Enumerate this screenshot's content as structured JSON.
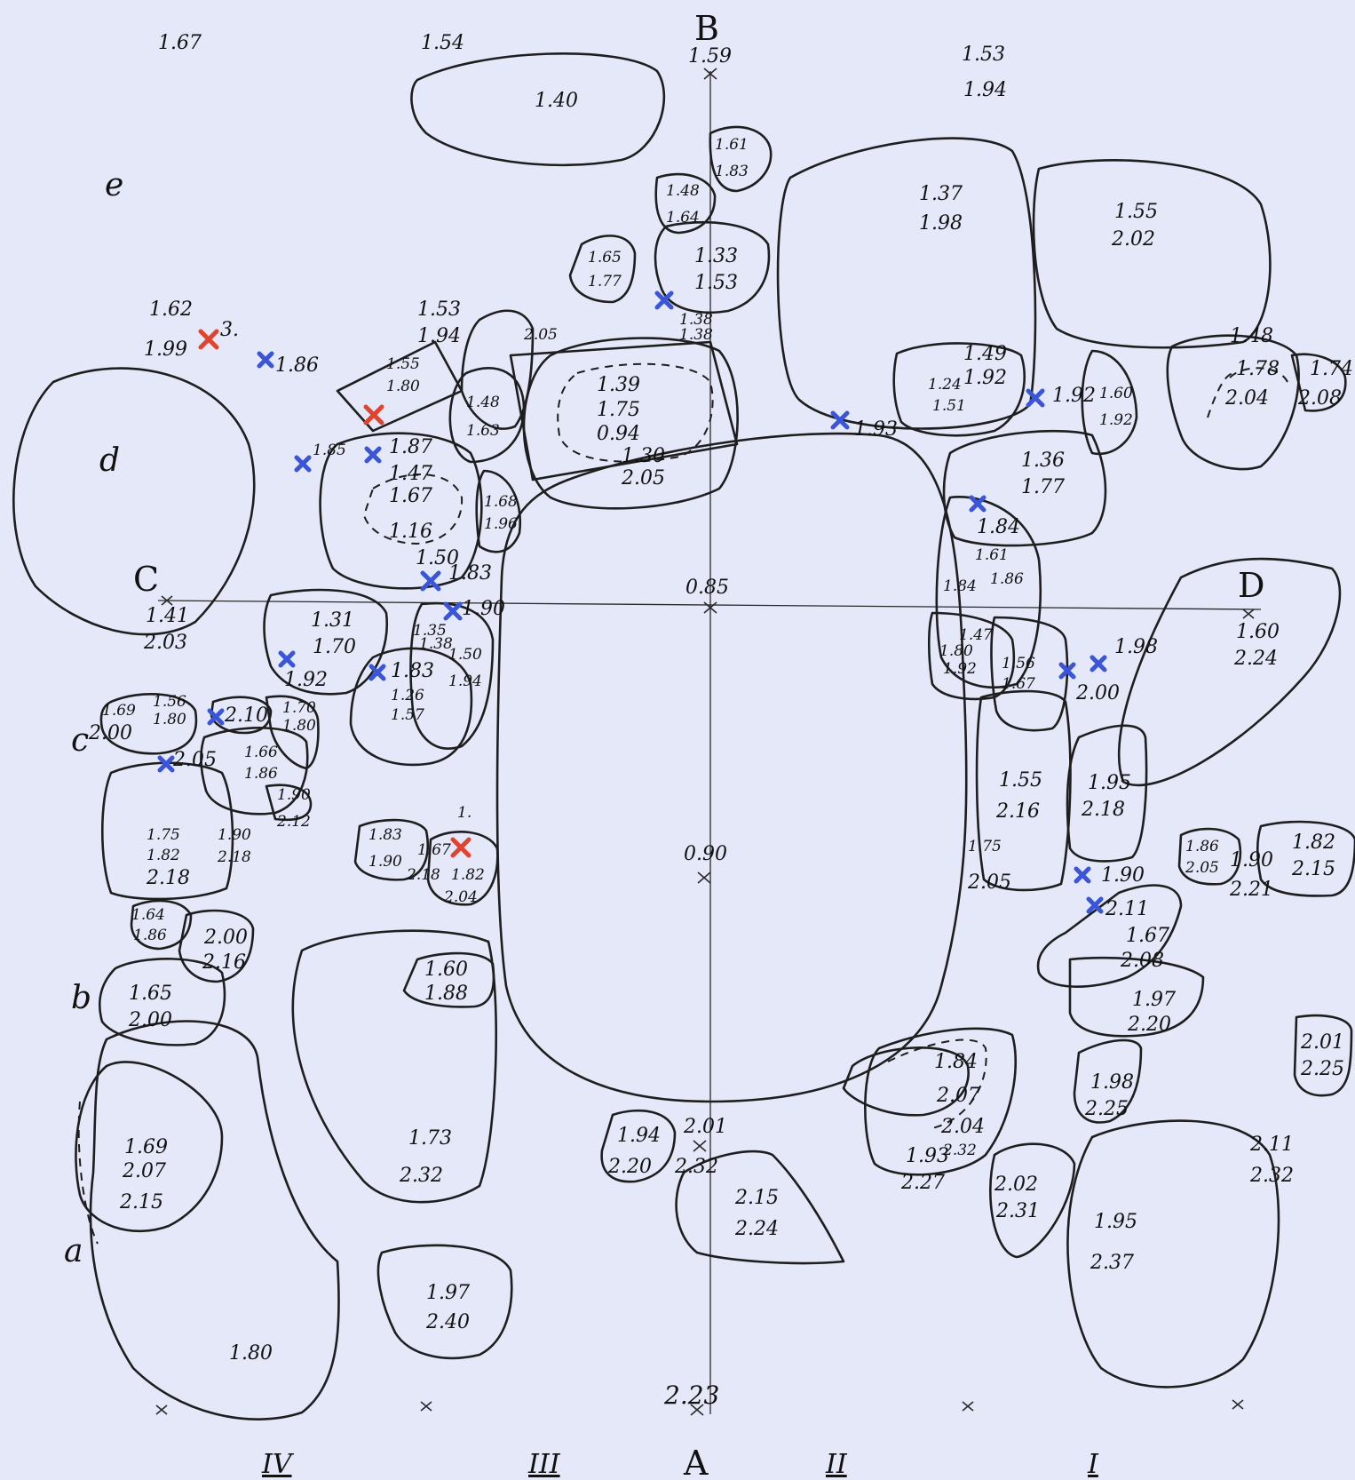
{
  "colors": {
    "background": "#e4e8f8",
    "ink": "#1e1e1e",
    "blue_mark": "#3a55d8",
    "red_mark": "#e0442e"
  },
  "axes": {
    "B": "B",
    "A": "A",
    "C": "C",
    "D": "D"
  },
  "axis_values": {
    "b_top": "1.59",
    "a_bottom": "2.23",
    "centre": "0.85",
    "centre_low": "0.90",
    "a_upper": "2.01",
    "a_upper2": "2.32",
    "c_val1": "1.41",
    "c_val2": "2.03",
    "d_val1": "1.60",
    "d_val2": "2.24"
  },
  "letters": {
    "e": "e",
    "d": "d",
    "c": "c",
    "b": "b",
    "a": "a"
  },
  "sections": [
    "IV",
    "III",
    "II",
    "I"
  ],
  "points": {
    "p167": "1.67",
    "p154": "1.54",
    "p153": "1.53",
    "p194": "1.94",
    "p140": "1.40",
    "p162": "1.62",
    "p199": "1.99",
    "p_three": "3.",
    "p186a": "1.86",
    "p211": "2.11",
    "p232": "2.32",
    "p201b": "2.01",
    "p225b": "2.25"
  },
  "stones": {
    "s1": [
      "1.37",
      "1.98"
    ],
    "s2": [
      "1.55",
      "2.02"
    ],
    "s3": [
      "1.48",
      "1.78",
      "2.04"
    ],
    "s3b": [
      "1.74",
      "2.08"
    ],
    "s4": [
      "1.61",
      "1.83"
    ],
    "s5": [
      "1.48",
      "1.64"
    ],
    "s6": [
      "1.65",
      "1.77"
    ],
    "s7": [
      "1.33",
      "1.53"
    ],
    "s8": [
      "1.39",
      "1.75",
      "0.94",
      "1.30",
      "2.05"
    ],
    "s8b": [
      "1.38",
      "1.38"
    ],
    "s9": [
      "1.53",
      "1.94"
    ],
    "s10": [
      "1.55",
      "1.80"
    ],
    "s11": [
      "1.48",
      "1.63"
    ],
    "s12": [
      "2.05"
    ],
    "s13": [
      "1.49",
      "1.92",
      "1.24",
      "1.51"
    ],
    "s14": [
      "1.60",
      "1.92"
    ],
    "s15": [
      "1.92"
    ],
    "s16": [
      "1.93"
    ],
    "s17": [
      "1.36",
      "1.77"
    ],
    "s18": [
      "1.84",
      "1.61",
      "1.86",
      "1.84"
    ],
    "s19": [
      "1.87",
      "1.47",
      "1.67",
      "1.16",
      "1.50"
    ],
    "s20": [
      "1.85"
    ],
    "s21": [
      "1.68",
      "1.96"
    ],
    "s22": [
      "1.83"
    ],
    "s23": [
      "1.90"
    ],
    "s24": [
      "1.31",
      "1.70",
      "1.92"
    ],
    "s25": [
      "1.35",
      "1.38"
    ],
    "s26": [
      "1.50",
      "1.94"
    ],
    "s27": [
      "1.83",
      "1.26",
      "1.57"
    ],
    "s28": [
      "1.47",
      "1.80",
      "1.92",
      "1.56",
      "1.67"
    ],
    "s29": [
      "1.98",
      "2.00"
    ],
    "s30": [
      "1.69",
      "2.00",
      "1.56",
      "1.80",
      "2.10",
      "1.70",
      "1.80"
    ],
    "s31": [
      "2.05",
      "1.66",
      "1.86",
      "1.90",
      "2.12"
    ],
    "s32": [
      "1.75",
      "1.82",
      "2.18",
      "1.90",
      "2.18"
    ],
    "s33": [
      "1.64",
      "1.86",
      "2.00",
      "2.16"
    ],
    "s34": [
      "1.83",
      "1.90",
      "1.67",
      "2.18",
      "1.82",
      "2.04",
      "1."
    ],
    "s35": [
      "1.55",
      "2.16",
      "1.75",
      "2.05"
    ],
    "s36": [
      "1.95",
      "2.18"
    ],
    "s37": [
      "1.86",
      "2.05",
      "1.90",
      "2.21",
      "1.82",
      "2.15"
    ],
    "s38": [
      "1.90",
      "2.11",
      "1.67",
      "2.08"
    ],
    "s39": [
      "1.97",
      "2.20"
    ],
    "s40": [
      "1.65",
      "2.00"
    ],
    "s41": [
      "1.60",
      "1.88"
    ],
    "s42": [
      "1.73",
      "2.32"
    ],
    "s43": [
      "1.69",
      "2.07",
      "2.15"
    ],
    "s44": [
      "1.80"
    ],
    "s45": [
      "1.97",
      "2.40"
    ],
    "s46": [
      "1.94",
      "2.20"
    ],
    "s47": [
      "2.15",
      "2.24"
    ],
    "s48": [
      "1.84",
      "2.07",
      "2.04",
      "2.32",
      "1.93",
      "2.27"
    ],
    "s49": [
      "2.02",
      "2.31"
    ],
    "s50": [
      "1.98",
      "2.25"
    ],
    "s51": [
      "1.95",
      "2.37"
    ],
    "s52": [
      "2.2"
    ]
  }
}
